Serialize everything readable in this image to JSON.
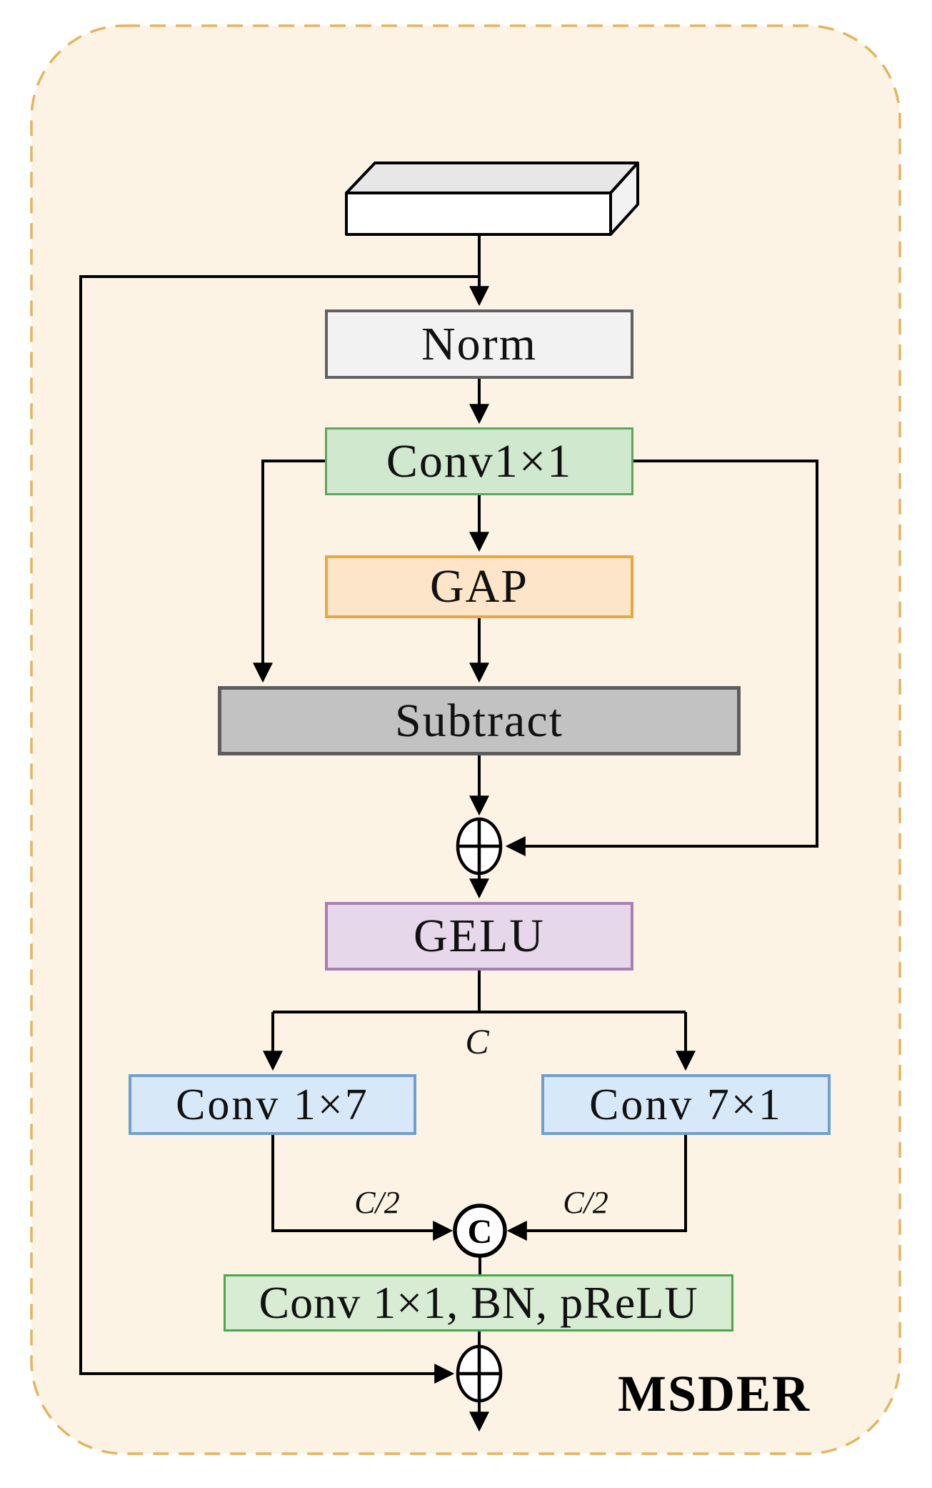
{
  "title": "MSDER",
  "frame": {
    "background": "#fcf3e4",
    "dash_color": "#e4b45f"
  },
  "line_color": "#000000",
  "icons": {
    "input_tensor": "3d-slab-box",
    "add": "circled-plus",
    "concat": "circled-c"
  },
  "nodes": {
    "norm": {
      "label": "Norm",
      "fill": "#f2f2f2",
      "border": "#616161"
    },
    "conv1x1": {
      "label": "Conv1×1",
      "fill": "#d0e8cd",
      "border": "#5ea55e"
    },
    "gap": {
      "label": "GAP",
      "fill": "#fce5c8",
      "border": "#eca63e"
    },
    "subtract": {
      "label": "Subtract",
      "fill": "#c2c2c2",
      "border": "#5d5d5d"
    },
    "gelu": {
      "label": "GELU",
      "fill": "#e6d7ea",
      "border": "#a77fb4"
    },
    "conv1x7": {
      "label": "Conv 1×7",
      "fill": "#d7e9f8",
      "border": "#6f9fd0"
    },
    "conv7x1": {
      "label": "Conv 7×1",
      "fill": "#d7e9f8",
      "border": "#6f9fd0"
    },
    "conv_bn_prelu": {
      "label": "Conv 1×1, BN, pReLU",
      "fill": "#d7ecd3",
      "border": "#4ca64c"
    }
  },
  "edge_labels": {
    "channels": "C",
    "channels_half_left": "C/2",
    "channels_half_right": "C/2"
  },
  "operators": {
    "concat_glyph": "C"
  }
}
